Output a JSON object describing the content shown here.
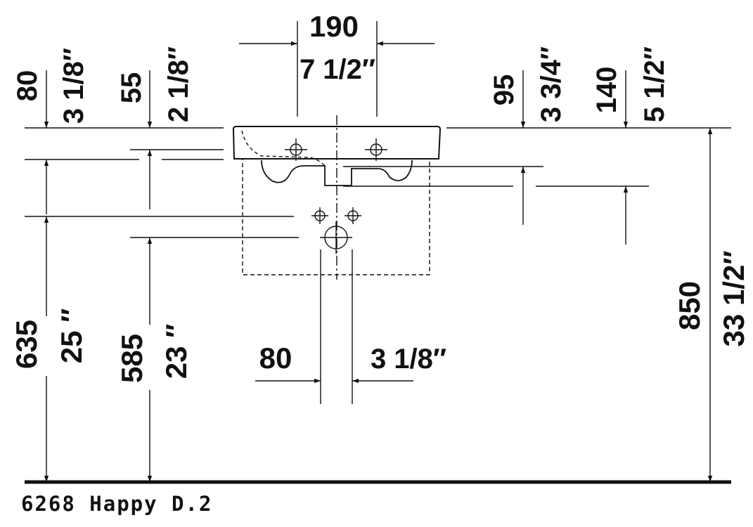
{
  "caption": "6268 Happy D.2",
  "dimensions": {
    "top_spacing_mm": "190",
    "top_spacing_in": "7 1/2″",
    "left_80_mm": "80",
    "left_80_in": "3 1/8″",
    "left_55_mm": "55",
    "left_55_in": "2 1/8″",
    "right_95_mm": "95",
    "right_95_in": "3 3/4″",
    "right_140_mm": "140",
    "right_140_in": "5 1/2″",
    "height_635_mm": "635",
    "height_635_in": "25 ″",
    "height_585_mm": "585",
    "height_585_in": "23 ″",
    "bottom_80_mm": "80",
    "bottom_80_in": "3 1/8″",
    "height_850_mm": "850",
    "height_850_in": "33 1/2″"
  },
  "colors": {
    "line": "#111111"
  }
}
